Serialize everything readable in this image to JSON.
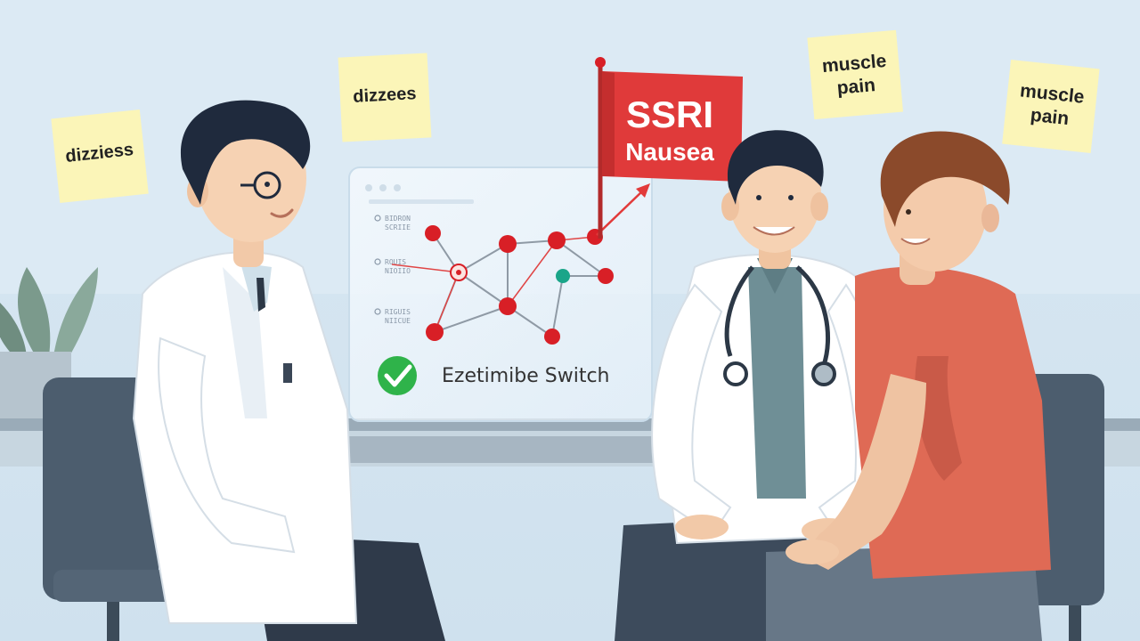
{
  "sticky_notes": [
    {
      "text": "dizziess"
    },
    {
      "text": "dizzees"
    },
    {
      "text_lines": [
        "muscle",
        "pain"
      ]
    },
    {
      "text_lines": [
        "muscle",
        "pain"
      ]
    }
  ],
  "flag": {
    "lines": [
      "SSRI",
      "Nausea"
    ]
  },
  "panel": {
    "result_label": "Ezetimibe Switch",
    "list_items": [
      {
        "line1": "BIDRON",
        "line2": "SCRIIE"
      },
      {
        "line1": "ROUIS",
        "line2": "NIOIIO"
      },
      {
        "line1": "RIGUIS",
        "line2": "NIICUE"
      }
    ]
  },
  "colors": {
    "background": "#dcebf5",
    "note": "#fbf5b8",
    "flag": "#e03a3a",
    "node": "#d81f26",
    "node_teal": "#1aa589",
    "check": "#2fb34a",
    "coat": "#ffffff",
    "patient_shirt": "#df6a55",
    "chair": "#4c5d6e"
  },
  "icons": [
    "window-dots-icon",
    "check-circle-icon",
    "stethoscope-icon",
    "flag-icon"
  ]
}
